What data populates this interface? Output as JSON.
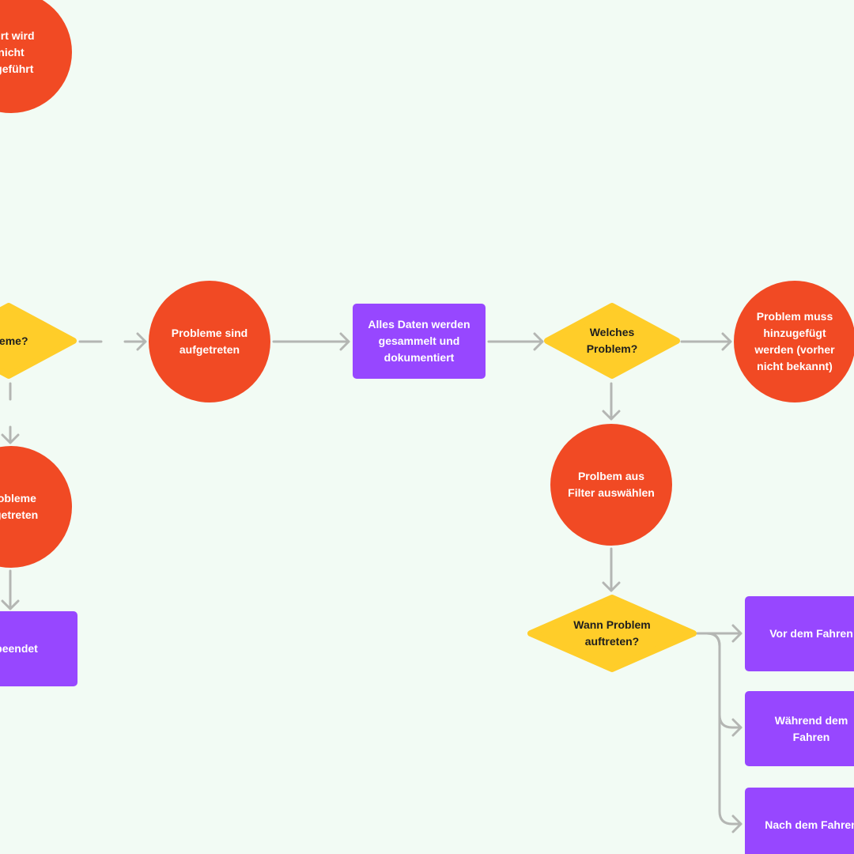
{
  "colors": {
    "background": "#F2FBF4",
    "circle": "#F14A24",
    "rectangle": "#9747FF",
    "diamond": "#FFCD29",
    "connector": "#B4B6B3"
  },
  "nodes": {
    "fahrt_nicht_durchgefuehrt": "ahrt wird\nnicht\nhgeführt",
    "probleme_decision": "bleme?",
    "keine_probleme": "Probleme\nufgetreten",
    "fahrt_beendet": "rt beendet",
    "probleme_sind_aufgetreten": "Probleme sind\naufgetreten",
    "daten_gesammelt": "Alles Daten werden\ngesammelt und\ndokumentiert",
    "welches_problem": "Welches\nProblem?",
    "problem_hinzufuegen": "Problem muss\nhinzugefügt\nwerden (vorher\nnicht bekannt)",
    "problem_aus_filter": "Prolbem aus\nFilter auswählen",
    "wann_problem": "Wann Problem\nauftreten?",
    "vor_dem_fahren": "Vor dem Fahren",
    "waehrend_dem_fahren": "Während dem\nFahren",
    "nach_dem_fahren": "Nach dem Fahren"
  }
}
